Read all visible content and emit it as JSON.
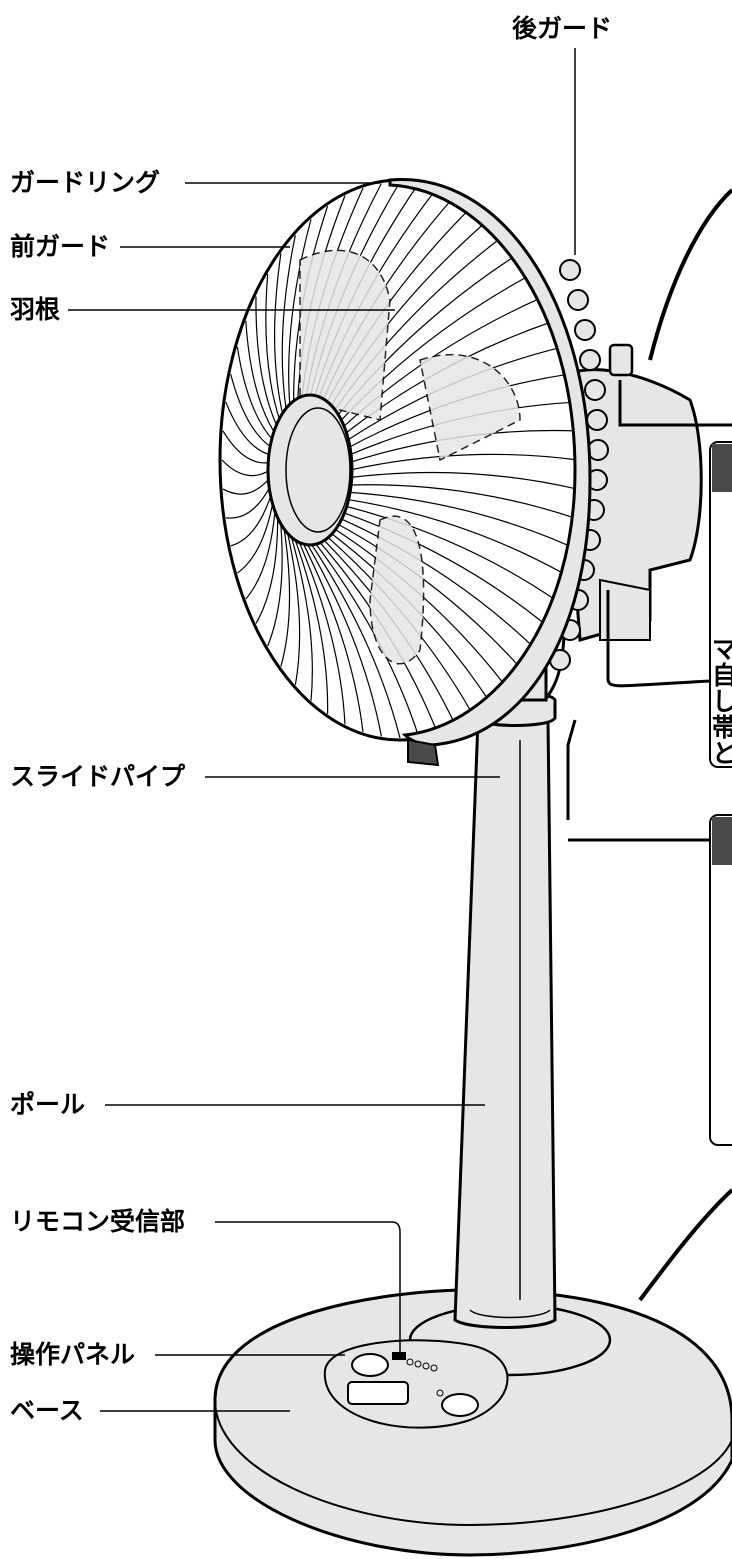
{
  "labels": {
    "rear_guard": "後ガード",
    "guard_ring": "ガードリング",
    "front_guard": "前ガード",
    "blade": "羽根",
    "slide_pipe": "スライドパイプ",
    "pole": "ポール",
    "remote_receiver": "リモコン受信部",
    "control_panel": "操作パネル",
    "base": "ベース"
  },
  "side_text": {
    "line1": "マ",
    "line2": "自",
    "line3": "し",
    "line4": "帯",
    "line5": "と"
  },
  "colors": {
    "line": "#000000",
    "fill_light": "#e6e6e6",
    "fill_dark": "#4a4a4a",
    "background": "#ffffff"
  }
}
